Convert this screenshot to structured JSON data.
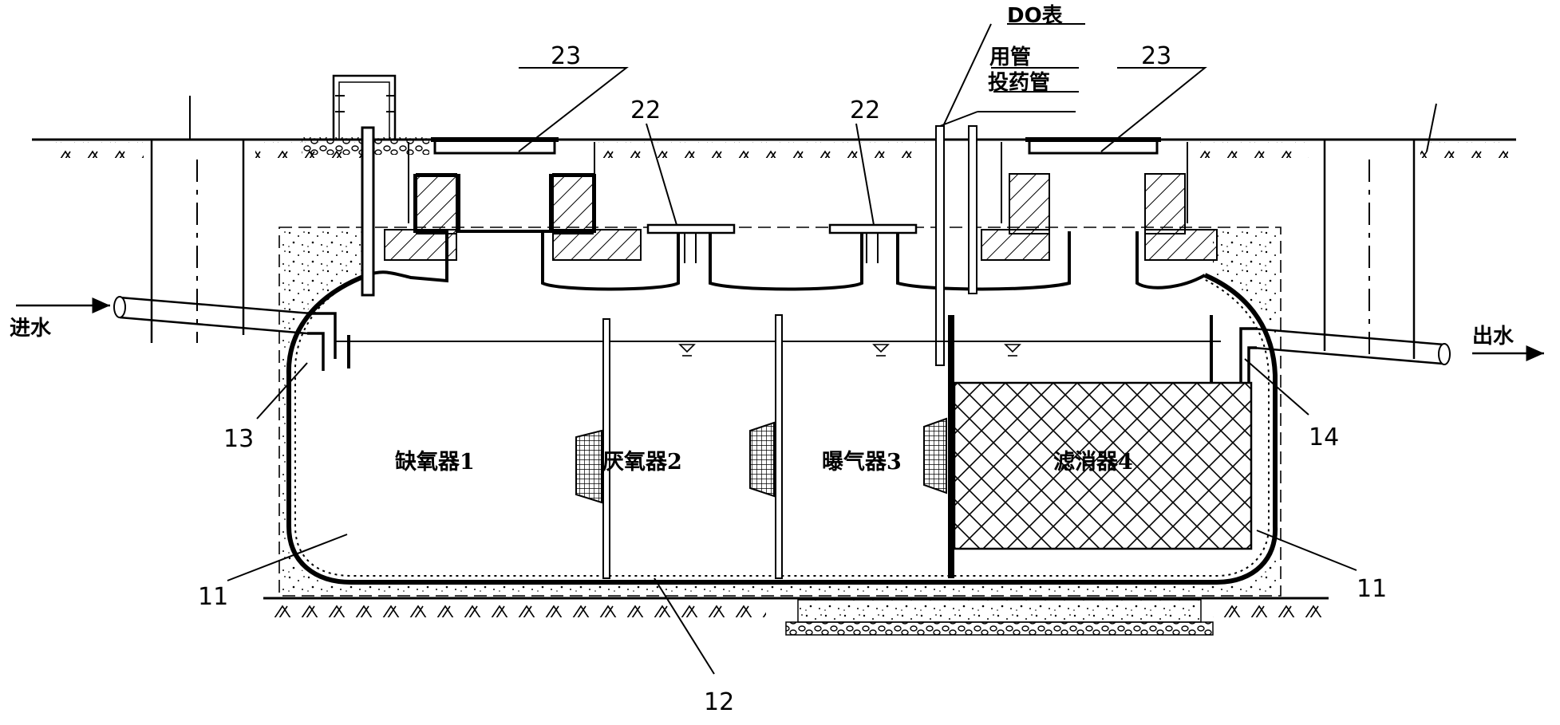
{
  "labels": {
    "inlet": "进水",
    "outlet": "出水",
    "do_pipe_line1": "DO表",
    "do_pipe_line2": "用管",
    "dosing_pipe": "投药管",
    "chamber1": "缺氧器1",
    "chamber2": "厌氧器2",
    "chamber3": "曝气器3",
    "chamber4": "滤消器4",
    "ref_23_left": "23",
    "ref_23_right": "23",
    "ref_22_left": "22",
    "ref_22_right": "22",
    "ref_13": "13",
    "ref_14": "14",
    "ref_11_left": "11",
    "ref_11_right": "11",
    "ref_12": "12"
  }
}
